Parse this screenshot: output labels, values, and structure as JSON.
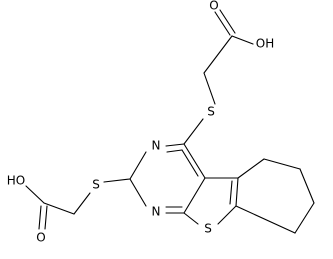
{
  "molecule": {
    "atoms": {
      "oh_top": "OH",
      "o_top": "O",
      "s_top": "S",
      "n_upper": "N",
      "n_lower": "N",
      "s_left": "S",
      "s_ring": "S",
      "ho_left": "HO",
      "o_left": "O"
    },
    "line_color": "#000000",
    "background": "#ffffff"
  }
}
